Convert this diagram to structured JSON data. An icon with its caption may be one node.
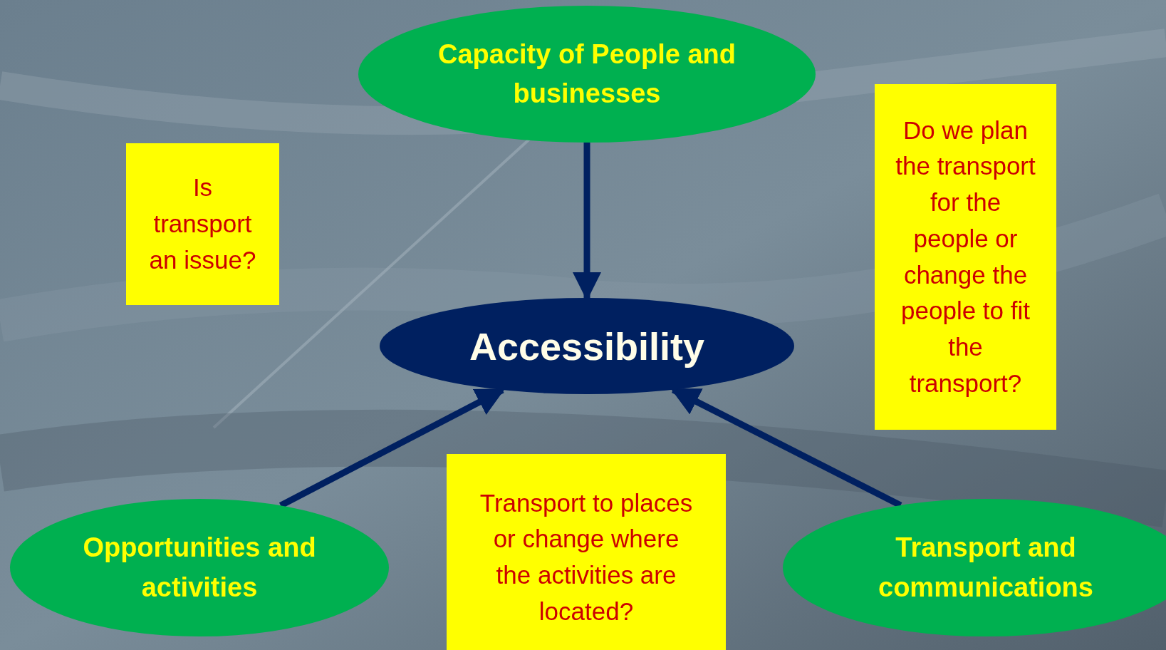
{
  "diagram": {
    "nodes": [
      {
        "text": [
          "Capacity of People and businesses"
        ]
      },
      {
        "text": [
          "Is transport an issue?"
        ]
      },
      {
        "text": [
          "Do we plan the transport for the people or change the people to fit the transport?"
        ]
      },
      {
        "text": [
          "Accessibility"
        ]
      },
      {
        "text": [
          "Opportunities and activities"
        ]
      },
      {
        "text": [
          "Transport to places or change where the activities are located?"
        ]
      },
      {
        "text": [
          "Transport and communications"
        ]
      }
    ],
    "edges": [
      {
        "from": 0,
        "to": 3,
        "arrow": "to"
      },
      {
        "from": 4,
        "to": 3,
        "arrow": "to"
      },
      {
        "from": 6,
        "to": 3,
        "arrow": "to"
      }
    ]
  }
}
